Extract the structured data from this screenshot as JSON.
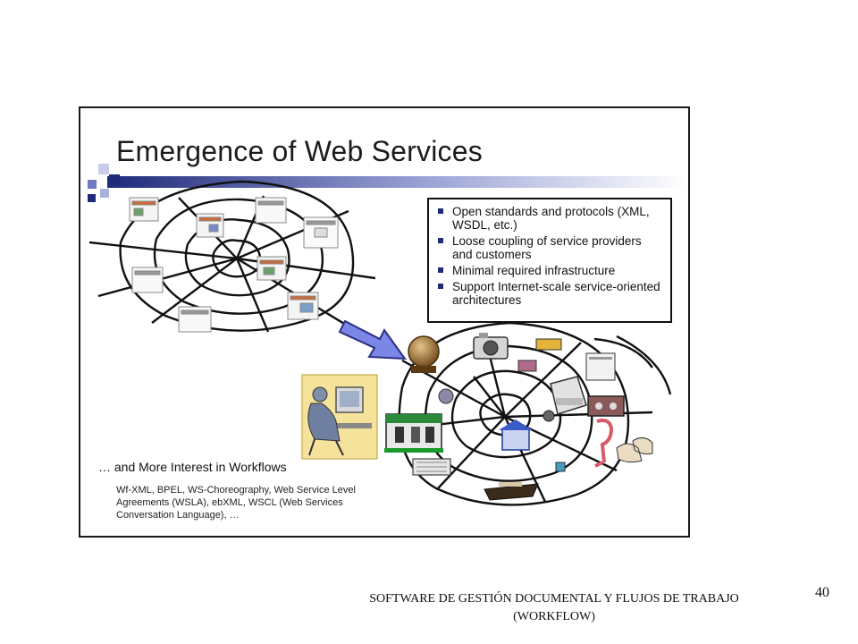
{
  "slide": {
    "title": "Emergence of Web Services",
    "bullets": [
      "Open standards and protocols (XML, WSDL, etc.)",
      "Loose coupling of service providers and customers",
      "Minimal required infrastructure",
      "Support Internet-scale service-oriented architectures"
    ],
    "workflows_heading": "… and More Interest in Workflows",
    "workflows_text": "Wf-XML, BPEL, WS-Choreography, Web Service Level Agreements (WSLA), ebXML, WSCL (Web Services Conversation Language), …"
  },
  "footer": {
    "text": "SOFTWARE DE GESTIÓN DOCUMENTAL Y FLUJOS DE TRABAJO (WORKFLOW)",
    "page_number": "40"
  },
  "colors": {
    "title_bar_dark": "#1f2a7a",
    "arrow_fill": "#7b86e6",
    "web_line": "#111111"
  }
}
